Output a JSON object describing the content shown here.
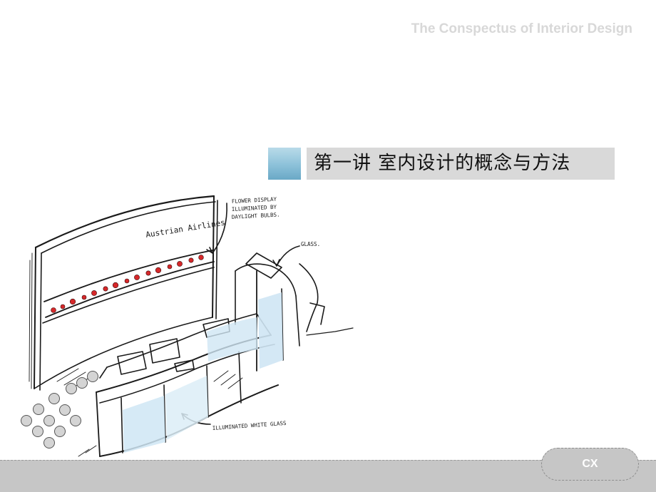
{
  "header": {
    "title": "The Conspectus of Interior Design"
  },
  "slide_title": {
    "text": "第一讲  室内设计的概念与方法"
  },
  "sketch": {
    "annotation_flower": [
      "FLOWER DISPLAY",
      "ILLUMINATED BY",
      "DAYLIGHT BULBS."
    ],
    "annotation_glass": "GLASS.",
    "annotation_white_glass": "ILLUMINATED WHITE GLASS",
    "sign_text": "Austrian Airlines"
  },
  "footer": {
    "label": "CX"
  },
  "colors": {
    "accent_square_top": "#b9dbe9",
    "accent_square_bottom": "#6aa8c6",
    "title_box": "#d9d9d9",
    "footer_band": "#c6c6c6",
    "header_text": "#d8d8d8",
    "flowers": "#d6282a",
    "glass": "#cfe6f4"
  }
}
